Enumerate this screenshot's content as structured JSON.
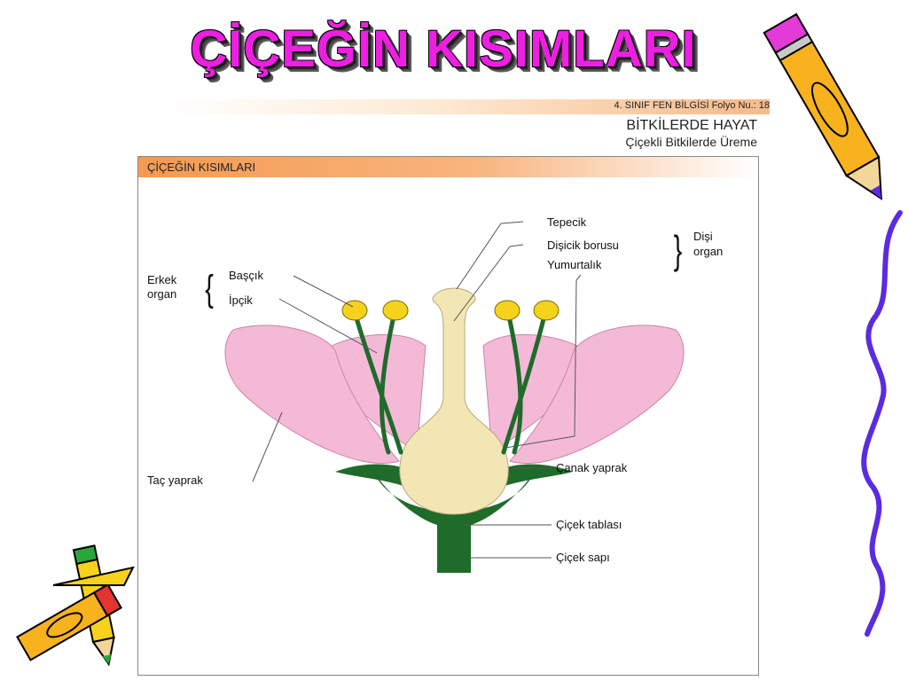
{
  "title": "ÇİÇEĞİN KISIMLARI",
  "header": {
    "folio": "4. SINIF FEN BİLGİSİ Folyo Nu.: 18",
    "subject": "BİTKİLERDE HAYAT",
    "topic": "Çiçekli Bitkilerde Üreme"
  },
  "panel": {
    "heading": "ÇİÇEĞİN KISIMLARI"
  },
  "labels": {
    "tepecik": "Tepecik",
    "disicik_borusu": "Dişicik borusu",
    "yumurtalik": "Yumurtalık",
    "disi_organ": [
      "Dişi",
      "organ"
    ],
    "erkek_organ": [
      "Erkek",
      "organ"
    ],
    "bascik": "Başçık",
    "ipcik": "İpçik",
    "tac_yaprak": "Taç yaprak",
    "canak_yaprak": "Çanak yaprak",
    "cicek_tablasi": "Çiçek tablası",
    "cicek_sapi": "Çiçek sapı"
  },
  "colors": {
    "title": "#ee1fe2",
    "petal": "#f5b9d8",
    "pistil": "#f2e6b4",
    "green": "#1f6b2a",
    "anther": "#f7d21c",
    "header_orange": "#f49a52"
  }
}
